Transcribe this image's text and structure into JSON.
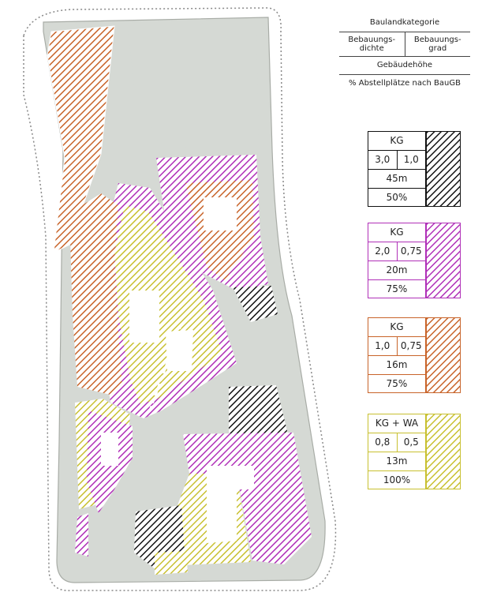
{
  "legend": {
    "header": {
      "title": "Baulandkategorie",
      "density": "Bebauungs-dichte",
      "degree": "Bebauungs-grad",
      "height": "Gebäudehöhe",
      "parking": "% Abstellplätze nach BauGB"
    },
    "items": [
      {
        "category": "KG",
        "density": "3,0",
        "degree": "1,0",
        "height": "45m",
        "parking": "50%",
        "color": "#111111"
      },
      {
        "category": "KG",
        "density": "2,0",
        "degree": "0,75",
        "height": "20m",
        "parking": "75%",
        "color": "#b030b8"
      },
      {
        "category": "KG",
        "density": "1,0",
        "degree": "0,75",
        "height": "16m",
        "parking": "75%",
        "color": "#c8642a"
      },
      {
        "category": "KG + WA",
        "density": "0,8",
        "degree": "0,5",
        "height": "13m",
        "parking": "100%",
        "color": "#c8c030"
      }
    ]
  },
  "colors": {
    "street": "#d5d9d4",
    "street_edge": "#a8aca6",
    "black": "#111111",
    "magenta": "#b030b8",
    "orange": "#c8642a",
    "yellow": "#c8c030",
    "boundary": "#888888"
  }
}
